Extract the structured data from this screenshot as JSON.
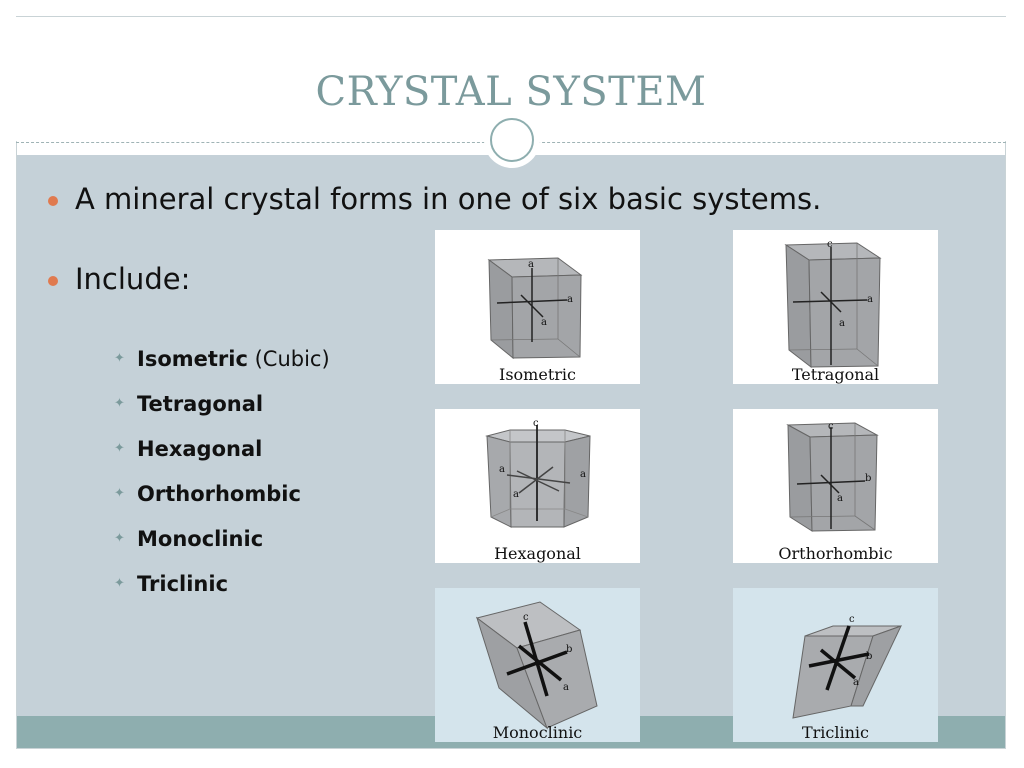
{
  "slide": {
    "title": "CRYSTAL SYSTEM"
  },
  "bullets": [
    {
      "text": "A mineral crystal forms in one of six basic systems."
    },
    {
      "text": "Include:"
    }
  ],
  "systems": [
    {
      "bold": "Isometric",
      "extra": " (Cubic)"
    },
    {
      "bold": "Tetragonal",
      "extra": ""
    },
    {
      "bold": "Hexagonal",
      "extra": ""
    },
    {
      "bold": "Orthorhombic",
      "extra": ""
    },
    {
      "bold": "Monoclinic",
      "extra": ""
    },
    {
      "bold": "Triclinic",
      "extra": ""
    }
  ],
  "figures": [
    {
      "caption": "Isometric",
      "axes": [
        "a",
        "a",
        "a"
      ]
    },
    {
      "caption": "Tetragonal",
      "axes": [
        "c",
        "a",
        "a"
      ]
    },
    {
      "caption": "Hexagonal",
      "axes": [
        "c",
        "a",
        "a",
        "a"
      ]
    },
    {
      "caption": "Orthorhombic",
      "axes": [
        "c",
        "b",
        "a"
      ]
    },
    {
      "caption": "Monoclinic",
      "axes": [
        "c",
        "b",
        "a"
      ]
    },
    {
      "caption": "Triclinic",
      "axes": [
        "c",
        "b",
        "a"
      ]
    }
  ],
  "colors": {
    "title": "#7b9a9c",
    "content_bg": "#c5d1d8",
    "footer": "#8eaeaf",
    "bullet_dot": "#e07a4f"
  },
  "icons": {
    "bullet": "filled-circle",
    "sub_bullet": "four-point-star",
    "ornament": "double-ring"
  }
}
